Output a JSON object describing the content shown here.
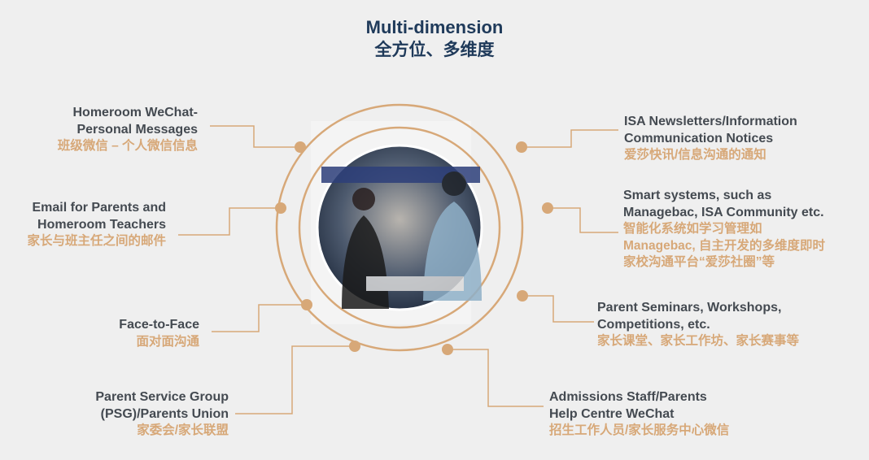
{
  "title": {
    "en": "Multi-dimension",
    "zh": "全方位、多维度"
  },
  "colors": {
    "accent": "#d7a878",
    "title": "#1f3a5a",
    "text": "#444a51",
    "background": "#efefef"
  },
  "channels": {
    "homeroom_wechat": {
      "en": [
        "Homeroom WeChat-",
        "Personal Messages"
      ],
      "zh": [
        "班级微信 – 个人微信信息"
      ]
    },
    "email": {
      "en": [
        "Email for Parents and",
        "Homeroom Teachers"
      ],
      "zh": [
        "家长与班主任之间的邮件"
      ]
    },
    "face_to_face": {
      "en": [
        "Face-to-Face"
      ],
      "zh": [
        "面对面沟通"
      ]
    },
    "psg": {
      "en": [
        "Parent Service Group",
        "(PSG)/Parents Union"
      ],
      "zh": [
        "家委会/家长联盟"
      ]
    },
    "newsletters": {
      "en": [
        "ISA Newsletters/Information",
        "Communication Notices"
      ],
      "zh": [
        "爱莎快讯/信息沟通的通知"
      ]
    },
    "smart_systems": {
      "en": [
        "Smart systems, such as",
        "Managebac, ISA Community etc."
      ],
      "zh": [
        "智能化系统如学习管理如",
        "Managebac, 自主开发的多维度即时",
        "家校沟通平台“爱莎社圈”等"
      ]
    },
    "seminars": {
      "en": [
        "Parent Seminars, Workshops,",
        "Competitions, etc."
      ],
      "zh": [
        "家长课堂、家长工作坊、家长赛事等"
      ]
    },
    "admissions": {
      "en": [
        "Admissions Staff/Parents",
        "Help Centre WeChat"
      ],
      "zh": [
        "招生工作人员/家长服务中心微信"
      ]
    }
  }
}
